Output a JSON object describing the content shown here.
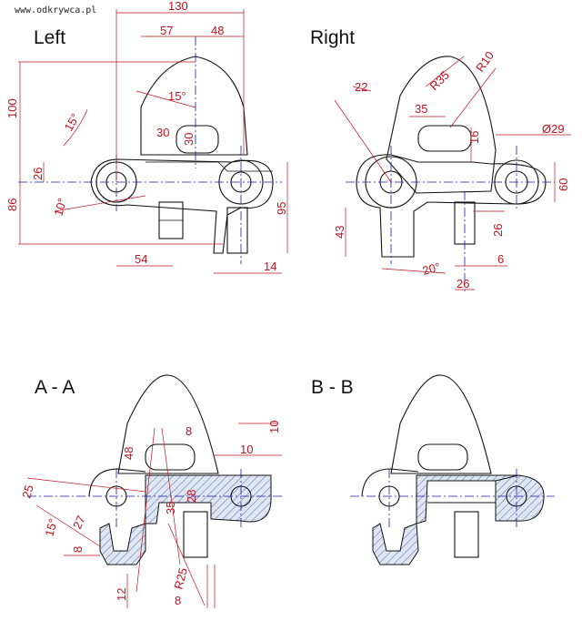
{
  "watermark": "www.odkrywca.pl",
  "views": {
    "left": "Left",
    "right": "Right",
    "section_a": "A - A",
    "section_b": "B - B"
  },
  "dims": {
    "left": [
      "130",
      "57",
      "48",
      "100",
      "15°",
      "15°",
      "30",
      "30",
      "26",
      "86",
      "10°",
      "95",
      "54",
      "14"
    ],
    "right": [
      "22",
      "R35",
      "R10",
      "35",
      "16",
      "Ø29",
      "60",
      "43",
      "26",
      "20°",
      "6",
      "26"
    ],
    "section_a": [
      "8",
      "10",
      "48",
      "10",
      "25",
      "27",
      "15°",
      "35",
      "28",
      "8",
      "12",
      "R25",
      "8"
    ]
  },
  "colors": {
    "dimension": "#c1121f",
    "centerline": "#1a1aa8",
    "outline": "#111111"
  }
}
